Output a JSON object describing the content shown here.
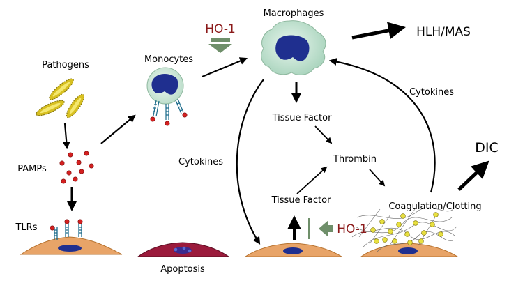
{
  "labels": {
    "pathogens": "Pathogens",
    "pamps": "PAMPs",
    "tlrs": "TLRs",
    "apoptosis": "Apoptosis",
    "monocytes": "Monocytes",
    "ho1_top": "HO-1",
    "macrophages": "Macrophages",
    "hlh_mas": "HLH/MAS",
    "cytokines_left": "Cytokines",
    "cytokines_right": "Cytokines",
    "tissue_factor_top": "Tissue Factor",
    "thrombin": "Thrombin",
    "tissue_factor_bottom": "Tissue Factor",
    "ho1_bottom": "HO-1",
    "coagulation": "Coagulation/Clotting",
    "dic": "DIC"
  },
  "colors": {
    "ho1_text": "#8b1a1a",
    "inhibit_arrow": "#6f8f6a",
    "cell_body": "#e8a468",
    "apoptotic_cell": "#9b1b3c",
    "nucleus": "#1f2f8f",
    "macrophage": "#bfe0cf",
    "pathogen": "#d8c020",
    "pamp": "#d42020",
    "clot_particle": "#e8e040"
  },
  "icons": [
    "pathogen-icon",
    "pamp-icon",
    "tlr-receptor-icon",
    "monocyte-icon",
    "macrophage-icon",
    "endothelial-cell-icon",
    "apoptotic-cell-icon",
    "fibrin-clot-icon"
  ]
}
